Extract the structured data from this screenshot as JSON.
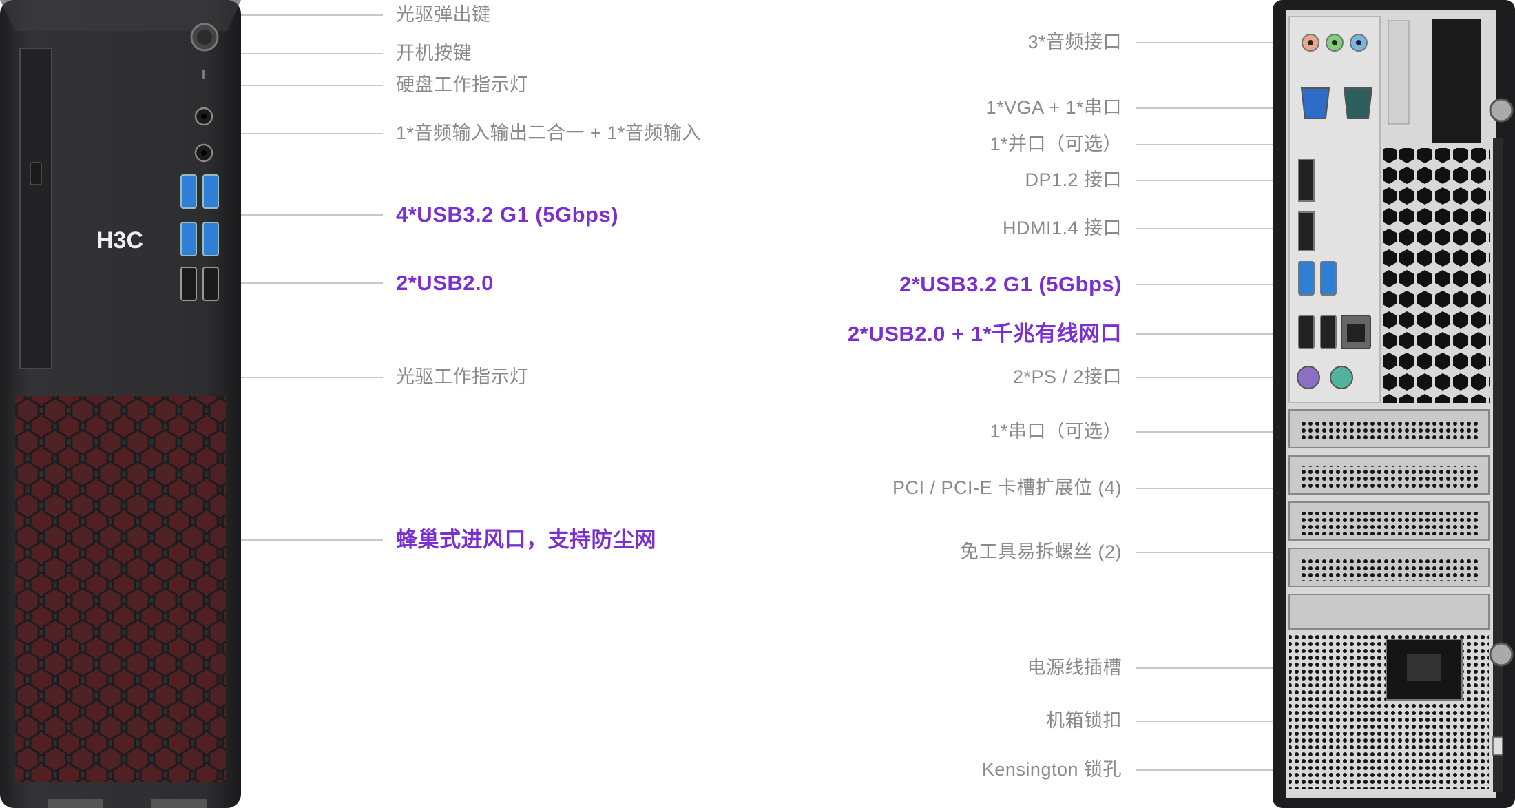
{
  "brand": {
    "logo_text": "H3C"
  },
  "front_labels": [
    {
      "text": "光驱弹出键",
      "highlight": false
    },
    {
      "text": "开机按键",
      "highlight": false
    },
    {
      "text": "硬盘工作指示灯",
      "highlight": false
    },
    {
      "text": "1*音频输入输出二合一 + 1*音频输入",
      "highlight": false
    },
    {
      "text": "4*USB3.2 G1 (5Gbps)",
      "highlight": true
    },
    {
      "text": "2*USB2.0",
      "highlight": true
    },
    {
      "text": "光驱工作指示灯",
      "highlight": false
    },
    {
      "text": "蜂巢式进风口，支持防尘网",
      "highlight": true
    }
  ],
  "rear_labels": [
    {
      "text": "3*音频接口",
      "highlight": false
    },
    {
      "text": "1*VGA + 1*串口",
      "highlight": false
    },
    {
      "text": "1*并口（可选）",
      "highlight": false
    },
    {
      "text": "DP1.2 接口",
      "highlight": false
    },
    {
      "text": "HDMI1.4 接口",
      "highlight": false
    },
    {
      "text": "2*USB3.2 G1 (5Gbps)",
      "highlight": true
    },
    {
      "text": "2*USB2.0 + 1*千兆有线网口",
      "highlight": true
    },
    {
      "text": "2*PS / 2接口",
      "highlight": false
    },
    {
      "text": "1*串口（可选）",
      "highlight": false
    },
    {
      "text": "PCI / PCI-E 卡槽扩展位 (4)",
      "highlight": false
    },
    {
      "text": "免工具易拆螺丝 (2)",
      "highlight": false
    },
    {
      "text": "电源线插槽",
      "highlight": false
    },
    {
      "text": "机箱锁扣",
      "highlight": false
    },
    {
      "text": "Kensington 锁孔",
      "highlight": false
    }
  ],
  "colors": {
    "label_text": "#8a8a8a",
    "highlight_text": "#7a2fd0",
    "leader_line": "#b5b5b5",
    "front_body": "#2b2b2d",
    "front_vent": "#3a1a1c",
    "rear_frame": "#1d1d1f",
    "rear_panel": "#d8d8d8",
    "usb3_blue": "#2f7fd6"
  }
}
